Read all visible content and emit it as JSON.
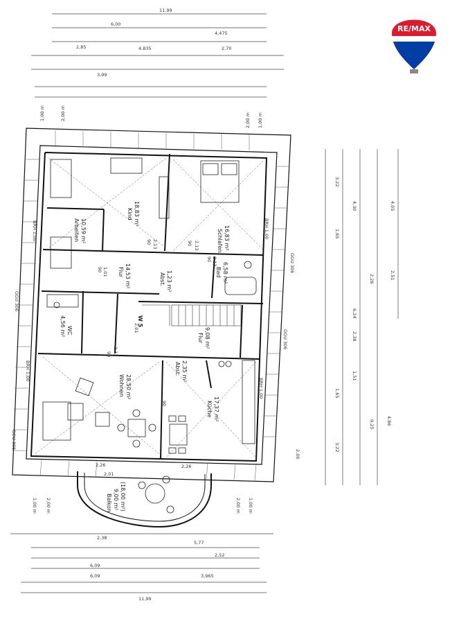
{
  "brand": {
    "logo_text": "RE/MAX",
    "colors": {
      "red": "#dc1c2e",
      "blue": "#003da5",
      "white": "#ffffff"
    }
  },
  "plan": {
    "rooms": [
      {
        "id": "kind",
        "name": "Kind",
        "area": "18,83 m²"
      },
      {
        "id": "schlafen",
        "name": "Schlafen",
        "area": "16,83 m²"
      },
      {
        "id": "arbeiten",
        "name": "Arbeiten",
        "area": "10,59 m²"
      },
      {
        "id": "flur1",
        "name": "Flur",
        "area": "14,53 m²"
      },
      {
        "id": "abst1",
        "name": "Abst.",
        "area": "1,23 m²"
      },
      {
        "id": "bad",
        "name": "Bad",
        "area": "6,58 m²"
      },
      {
        "id": "wc",
        "name": "WC",
        "area": "4,56 m²"
      },
      {
        "id": "flur2",
        "name": "Flur",
        "area": "9,08 m²"
      },
      {
        "id": "abst2",
        "name": "Abst.",
        "area": "2,35 m²"
      },
      {
        "id": "wohnen",
        "name": "Wohnen",
        "area": "28,50 m²"
      },
      {
        "id": "kueche",
        "name": "Küche",
        "area": "17,37 m²"
      },
      {
        "id": "balkon",
        "name": "Balkon",
        "area": "9,00 m²",
        "area2": "(18,00 m²)"
      }
    ],
    "wall_labels": [
      "GGU 306",
      "GGU 306",
      "GGU 306",
      "GGU 306",
      "BRH 1,00",
      "BRH 1,00",
      "BRH 1,00",
      "BRH 1,00"
    ],
    "door_labels": [
      "90",
      "2,13",
      "90",
      "2,13",
      "90",
      "2,13",
      "90",
      "2,01",
      "90",
      "1,01",
      "90",
      "2,13"
    ],
    "top_dims": [
      "11,99",
      "6,00",
      "4,475",
      "2,85",
      "4,835",
      "2,70",
      "3,99",
      "1,00 m",
      "2,00 m",
      "2,00 m",
      "1,00 m"
    ],
    "bottom_dims": [
      "11,99",
      "6,09",
      "6,09",
      "3,965",
      "2,52",
      "5,77",
      "2,38",
      "2,01",
      "2,26",
      "2,26",
      "1,00 m",
      "2,00 m",
      "2,00 m",
      "1,00 m"
    ],
    "right_dims": [
      "3,22",
      "4,30",
      "4,05",
      "1,65",
      "2,26",
      "2,51",
      "6,24",
      "2,38",
      "1,51",
      "1,65",
      "9,25",
      "4,86",
      "3,22",
      "2,00"
    ],
    "stairs_label": "W 5"
  }
}
